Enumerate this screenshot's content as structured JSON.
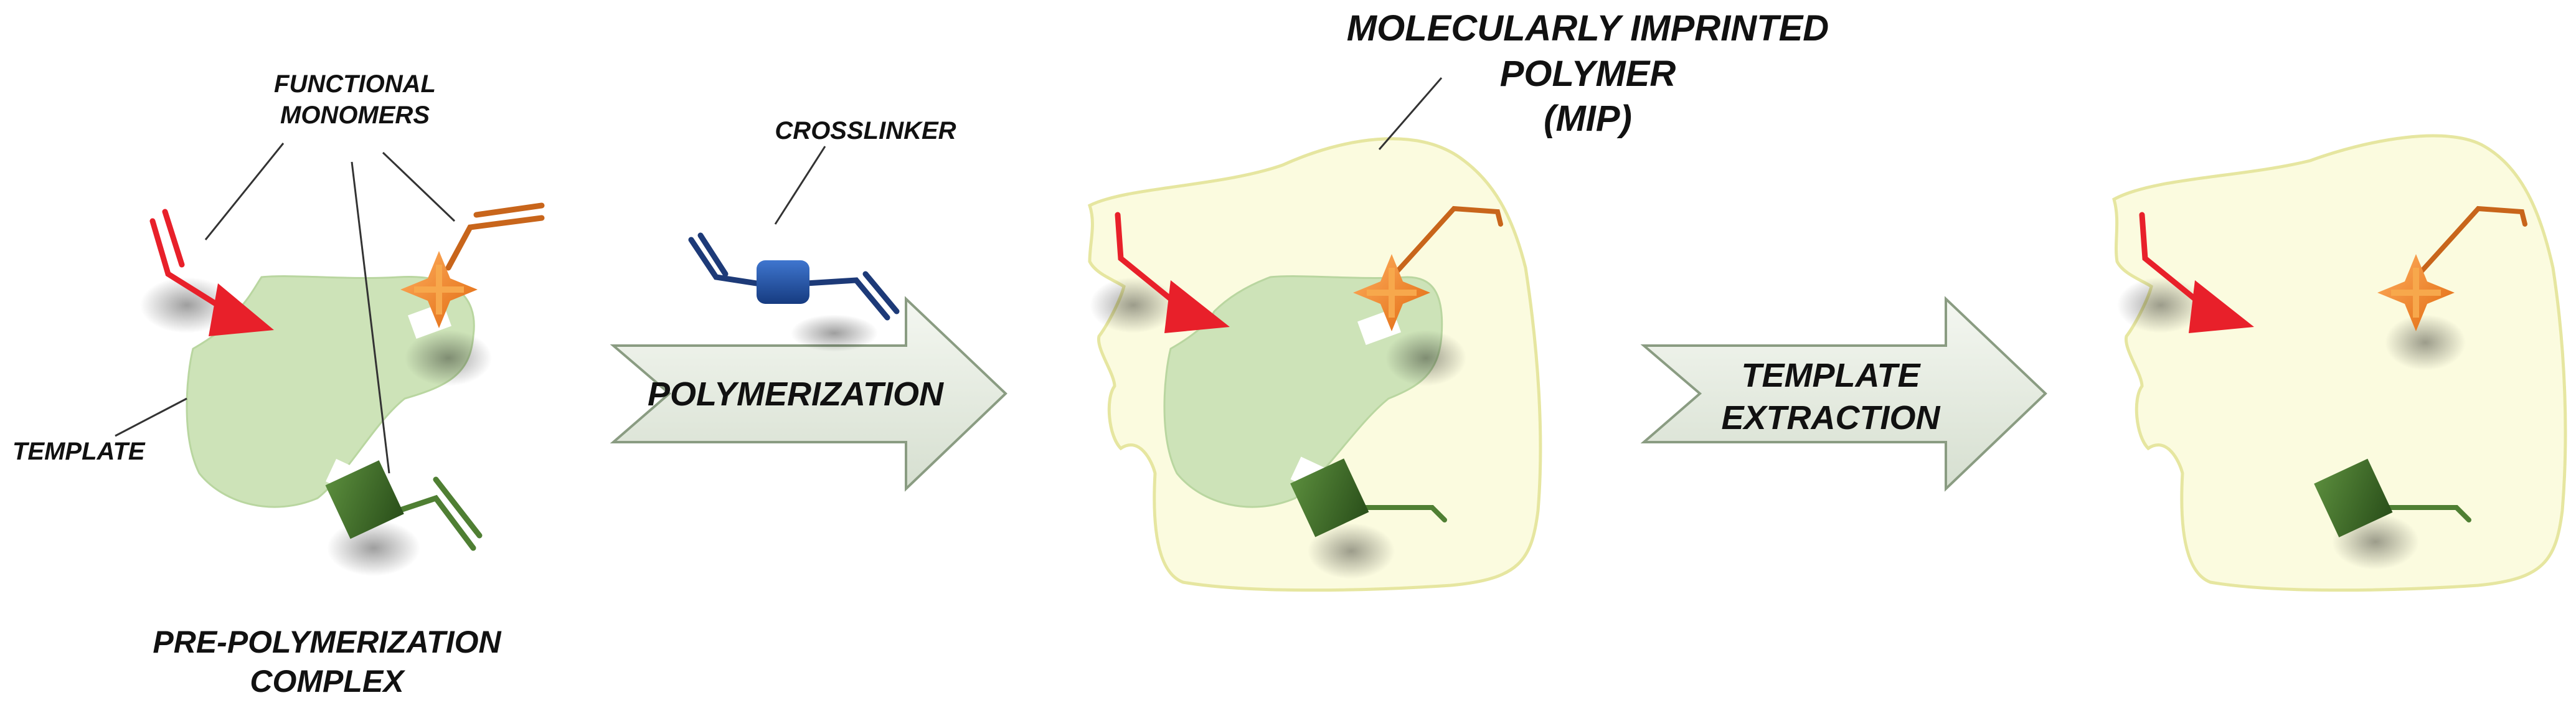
{
  "labels": {
    "functional_monomers": "FUNCTIONAL\nMONOMERS",
    "template": "TEMPLATE",
    "pre_polymerization_complex": "PRE-POLYMERIZATION\nCOMPLEX",
    "crosslinker": "CROSSLINKER",
    "polymerization": "POLYMERIZATION",
    "mip": "MOLECULARLY IMPRINTED POLYMER\n(MIP)",
    "template_extraction": "TEMPLATE\nEXTRACTION"
  },
  "colors": {
    "template_fill": "#cde3b8",
    "polymer_fill": "#fbfbdf",
    "polymer_edge": "#e6e6a0",
    "arrow_fill": "#e6ece2",
    "arrow_edge": "#8a9c82",
    "red_monomer": "#e8202a",
    "orange_monomer": "#f58220",
    "orange_line": "#c8651b",
    "green_monomer": "#3f6b2a",
    "green_line": "#4f7f33",
    "crosslinker_body": "#1f4fa0",
    "crosslinker_line": "#1d3a78"
  },
  "icons": {
    "red_monomer": "triangle-arrow-icon",
    "orange_monomer": "star-cross-icon",
    "green_monomer": "square-icon",
    "crosslinker": "rounded-rect-icon"
  }
}
